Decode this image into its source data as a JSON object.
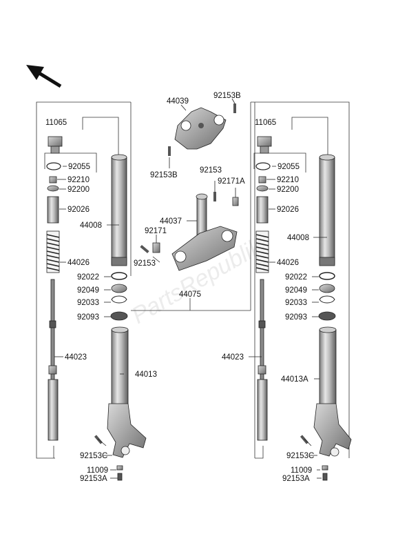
{
  "watermark": "PartsRepublik",
  "labels": {
    "l_11065": "11065",
    "l_92055": "92055",
    "l_92210": "92210",
    "l_92200": "92200",
    "l_92026": "92026",
    "l_44008": "44008",
    "l_44026": "44026",
    "l_92022": "92022",
    "l_92049": "92049",
    "l_92033": "92033",
    "l_92093": "92093",
    "l_44023": "44023",
    "l_44013": "44013",
    "l_92153C": "92153C",
    "l_11009": "11009",
    "l_92153A": "92153A",
    "l_44039": "44039",
    "l_92153B_top": "92153B",
    "l_92153B_low": "92153B",
    "l_92153_mid": "92153",
    "l_92171A": "92171A",
    "l_44037": "44037",
    "l_92171": "92171",
    "l_92153_low": "92153",
    "l_44075": "44075",
    "r_11065": "11065",
    "r_92055": "92055",
    "r_92210": "92210",
    "r_92200": "92200",
    "r_92026": "92026",
    "r_44008": "44008",
    "r_44026": "44026",
    "r_92022": "92022",
    "r_92049": "92049",
    "r_92033": "92033",
    "r_92093": "92093",
    "r_44023": "44023",
    "r_44013A": "44013A",
    "r_92153C": "92153C",
    "r_11009": "11009",
    "r_92153A": "92153A"
  },
  "icons": {
    "direction": "front-direction-arrow-icon"
  }
}
